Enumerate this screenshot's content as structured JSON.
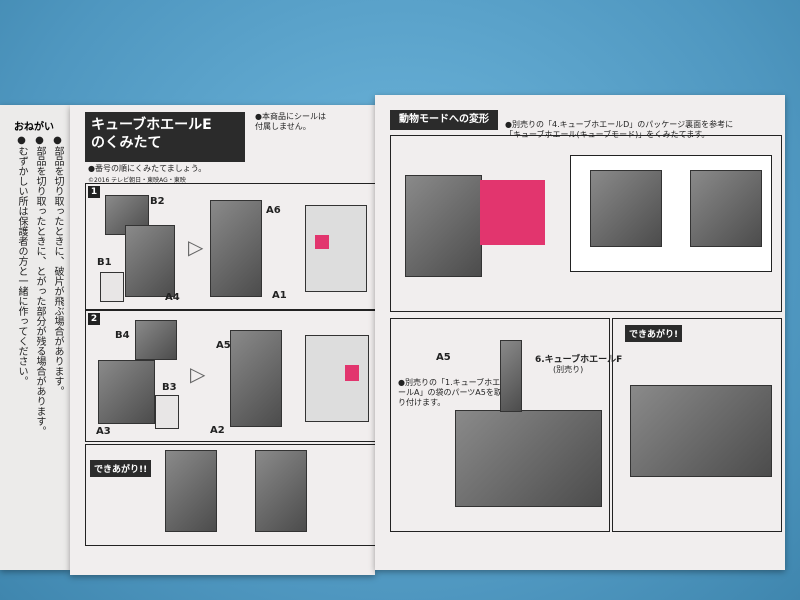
{
  "left_flap": {
    "heading": "おねがい",
    "lines": [
      "●部品を切り取ったときに、破片が飛ぶ場合があります。",
      "●部品を切り取ったときに、とがった部分が残る場合があります。",
      "●むずかしい所は保護者の方と一緒に作ってください。"
    ]
  },
  "left_page": {
    "title_line1": "キューブホエールE",
    "title_line2": "のくみたて",
    "note1": "●本商品にシールは",
    "note2": "付属しません。",
    "subnote": "●番号の順にくみたてましょう。",
    "copyright": "©2016 テレビ朝日・東映AG・東映",
    "step1": {
      "number": "1",
      "parts": [
        "B2",
        "B1",
        "A4",
        "A6",
        "A1"
      ]
    },
    "step2": {
      "number": "2",
      "parts": [
        "B4",
        "B3",
        "A3",
        "A5",
        "A2"
      ]
    },
    "complete": "できあがり!!"
  },
  "right_page": {
    "section_title": "動物モードへの変形",
    "instruction": "●別売りの「4.キューブホエールD」のパッケージ裏面を参考に「キューブホエール(キューブモード)」をくみたてます。",
    "part_label": "A5",
    "product_label": "6.キューブホエールF",
    "product_sub": "(別売り)",
    "note": "●別売りの「1.キューブホエールA」の袋のパーツA5を取り付けます。",
    "complete": "できあがり!"
  }
}
